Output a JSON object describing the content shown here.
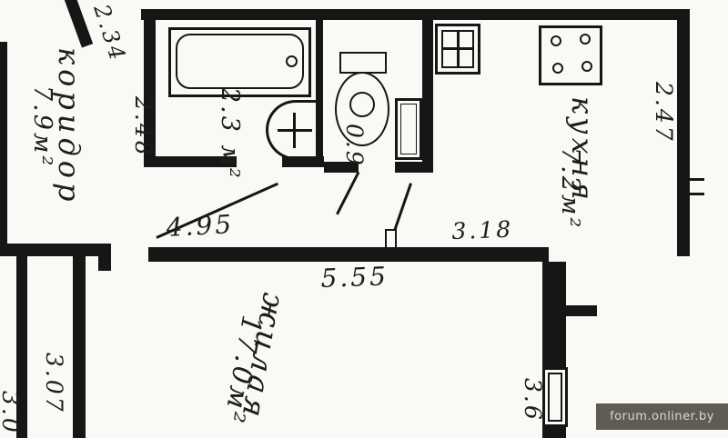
{
  "watermark": {
    "text": "forum.onliner.by"
  },
  "rooms": {
    "corridor_name": "коридор",
    "corridor_area": "7.9м²",
    "bath_area": "2.3 м²",
    "toilet_area": "0.9",
    "kitchen_name": "кухня",
    "kitchen_area": "7.2м²",
    "living_name": "жилая",
    "living_area": "17.0м²"
  },
  "dimensions": {
    "entry": "2.34",
    "bath_width": "2.48",
    "hall_width": "4.95",
    "kitchen_width": "3.18",
    "living_width": "5.55",
    "kitchen_depth": "2.47",
    "left_room_a": "3.07",
    "left_room_b": "3.0",
    "right_room": "3.6"
  }
}
